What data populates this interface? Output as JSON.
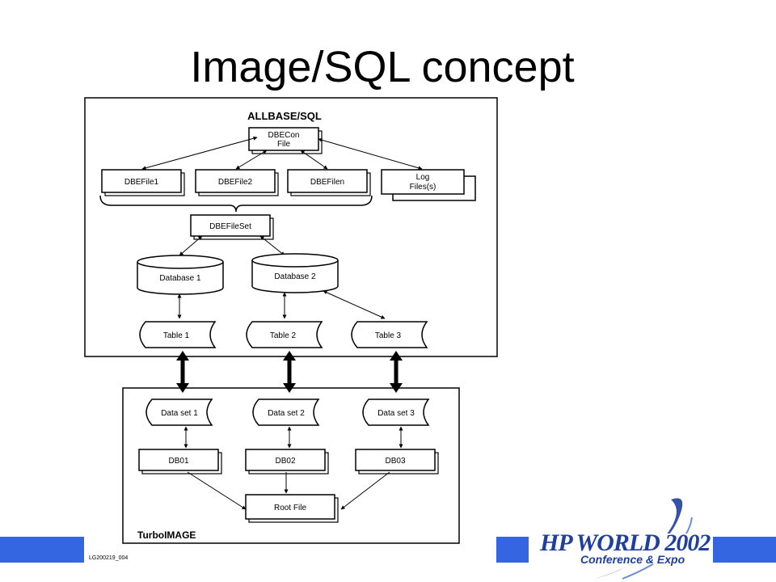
{
  "slide": {
    "title": "Image/SQL concept"
  },
  "diagram": {
    "allbase_label": "ALLBASE/SQL",
    "dbecon": [
      "DBECon",
      "File"
    ],
    "dbefile1": "DBEFile1",
    "dbefile2": "DBEFile2",
    "dbefilen": "DBEFilen",
    "log": [
      "Log",
      "Files(s)"
    ],
    "dbefileset": "DBEFileSet",
    "database1": "Database 1",
    "database2": "Database 2",
    "table1": "Table 1",
    "table2": "Table 2",
    "table3": "Table 3",
    "dataset1": "Data set 1",
    "dataset2": "Data set 2",
    "dataset3": "Data set 3",
    "db01": "DB01",
    "db02": "DB02",
    "db03": "DB03",
    "root": "Root File",
    "turbo_label": "TurboIMAGE",
    "figure_code": "LG200219_004"
  },
  "branding": {
    "hp_world": "HP WORLD 2002",
    "subtitle": "Conference & Expo",
    "accent_color": "#3366e0",
    "logo_color": "#1f3f9e"
  }
}
